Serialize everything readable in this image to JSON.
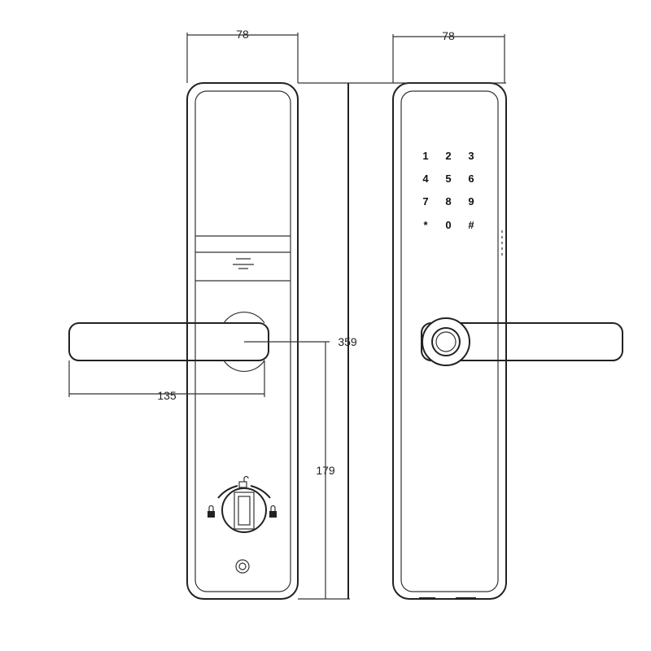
{
  "dimensions": {
    "width_left": "78",
    "width_right": "78",
    "handle_length": "135",
    "height": "359",
    "handle_height": "179"
  },
  "keypad": {
    "keys": [
      "1",
      "2",
      "3",
      "4",
      "5",
      "6",
      "7",
      "8",
      "9",
      "*",
      "0",
      "#"
    ]
  },
  "icons": [
    "lock-icon",
    "unlock-icon",
    "fingerprint-icon",
    "keyhole-icon",
    "thumb-turn-icon"
  ]
}
